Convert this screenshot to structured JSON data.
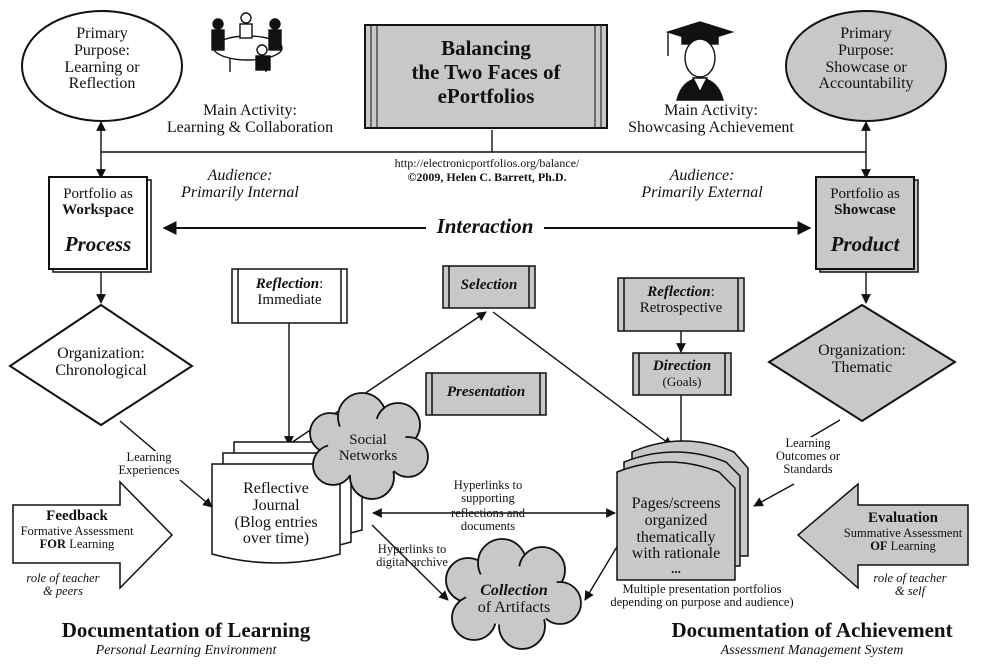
{
  "title": {
    "line1": "Balancing",
    "line2": "the Two Faces of",
    "line3": "ePortfolios"
  },
  "credit": {
    "url": "http://electronicportfolios.org/balance/",
    "author": "©2009, Helen C. Barrett, Ph.D."
  },
  "left": {
    "purpose": {
      "line1": "Primary",
      "line2": "Purpose:",
      "line3": "Learning or",
      "line4": "Reflection"
    },
    "activity": {
      "line1": "Main Activity:",
      "line2": "Learning & Collaboration"
    },
    "audience": {
      "line1": "Audience:",
      "line2": "Primarily Internal"
    },
    "portfolio": {
      "line1": "Portfolio as",
      "line2": "Workspace",
      "line3": "Process"
    },
    "organization": {
      "line1": "Organization:",
      "line2": "Chronological"
    },
    "learning_experiences": {
      "line1": "Learning",
      "line2": "Experiences"
    },
    "feedback": {
      "line1": "Feedback",
      "line2": "Formative Assessment",
      "line3_bold": "FOR",
      "line3_rest": " Learning"
    },
    "role": {
      "line1": "role of teacher",
      "line2": "& peers"
    },
    "documentation": "Documentation of Learning",
    "environment": "Personal Learning Environment"
  },
  "right": {
    "purpose": {
      "line1": "Primary",
      "line2": "Purpose:",
      "line3": "Showcase or",
      "line4": "Accountability"
    },
    "activity": {
      "line1": "Main Activity:",
      "line2": "Showcasing Achievement"
    },
    "audience": {
      "line1": "Audience:",
      "line2": "Primarily External"
    },
    "portfolio": {
      "line1": "Portfolio as",
      "line2": "Showcase",
      "line3": "Product"
    },
    "organization": {
      "line1": "Organization:",
      "line2": "Thematic"
    },
    "learning_outcomes": {
      "line1": "Learning",
      "line2": "Outcomes or",
      "line3": "Standards"
    },
    "evaluation": {
      "line1": "Evaluation",
      "line2": "Summative Assessment",
      "line3_bold": "OF",
      "line3_rest": " Learning"
    },
    "role": {
      "line1": "role of teacher",
      "line2": "& self"
    },
    "documentation": "Documentation of Achievement",
    "system": "Assessment Management System"
  },
  "interaction": "Interaction",
  "center": {
    "reflection_immediate": {
      "bold": "Reflection",
      "rest": ":",
      "line2": "Immediate"
    },
    "selection": "Selection",
    "presentation": "Presentation",
    "reflection_retro": {
      "bold": "Reflection",
      "rest": ":",
      "line2": "Retrospective"
    },
    "direction": {
      "line1": "Direction",
      "line2": "(Goals)"
    },
    "social_networks": {
      "line1": "Social",
      "line2": "Networks"
    },
    "reflective_journal": {
      "line1": "Reflective",
      "line2": "Journal",
      "line3": "(Blog entries",
      "line4": "over time)"
    },
    "pages": {
      "line1": "Pages/screens",
      "line2": "organized",
      "line3": "thematically",
      "line4": "with rationale",
      "line5": "..."
    },
    "hyperlinks_support": {
      "line1": "Hyperlinks to",
      "line2": "supporting",
      "line3": "reflections and",
      "line4": "documents"
    },
    "hyperlinks_archive": {
      "line1": "Hyperlinks to",
      "line2": "digital archive"
    },
    "collection": {
      "bold": "Collection",
      "line2": "of Artifacts"
    },
    "multiple": {
      "line1": "Multiple presentation portfolios",
      "line2": "depending on purpose and audience)"
    }
  }
}
